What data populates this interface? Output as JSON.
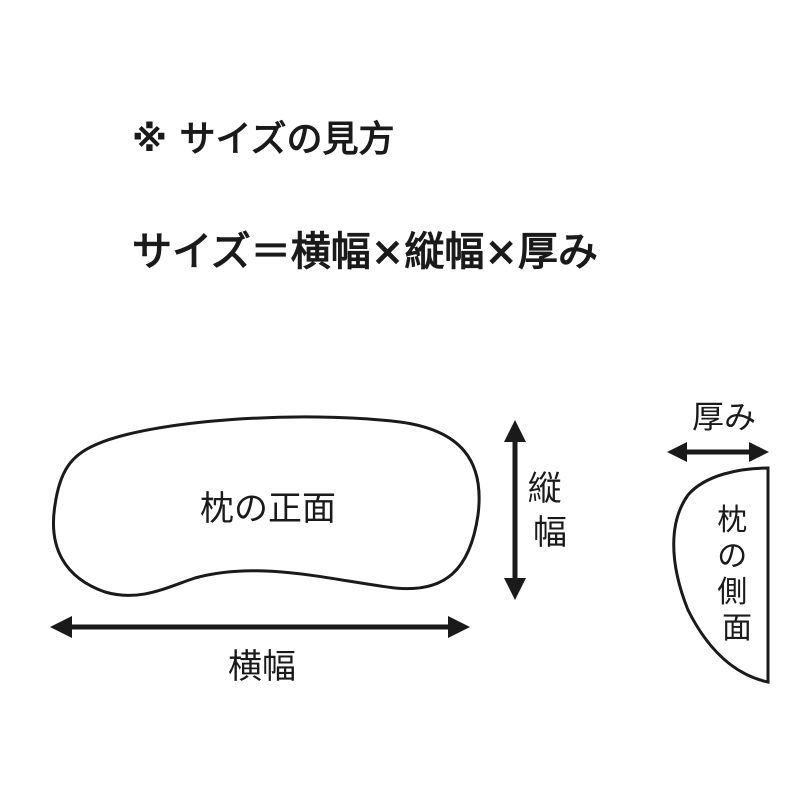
{
  "heading": "※ サイズの見方",
  "formula": "サイズ＝横幅×縦幅×厚み",
  "front_view": {
    "title": "枕の正面",
    "width_label": "横幅",
    "height_label": "縦幅"
  },
  "side_view": {
    "title": "枕の側面",
    "thickness_label": "厚み"
  }
}
